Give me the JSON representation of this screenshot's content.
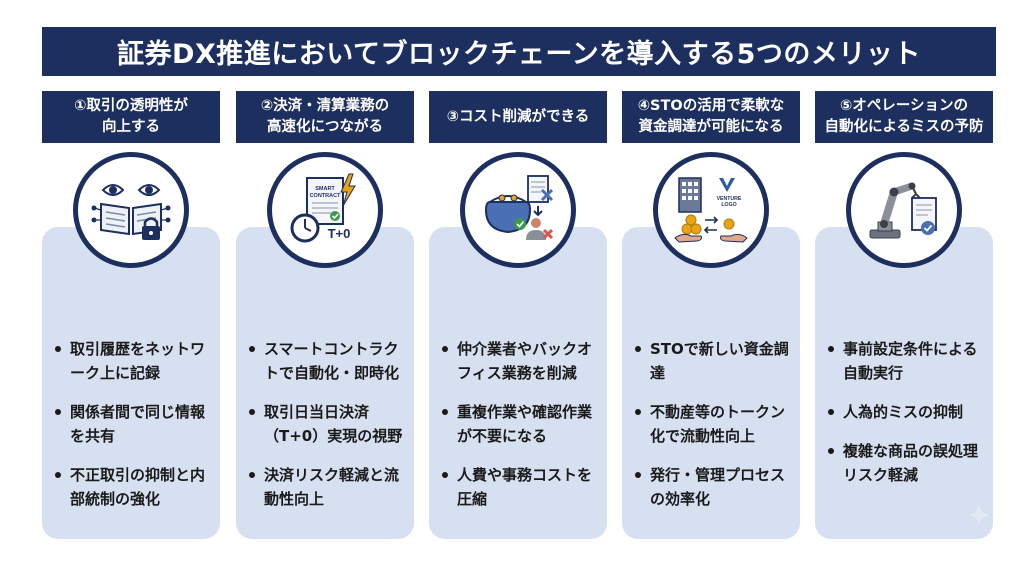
{
  "title": "証券DX推進においてブロックチェーンを導入する5つのメリット",
  "colors": {
    "navy": "#1c2f5e",
    "card": "#d6e0f0",
    "accent_green": "#3a9a4a",
    "accent_red": "#d9534f",
    "accent_gold": "#e8a317"
  },
  "columns": [
    {
      "header": [
        "①取引の透明性が",
        "向上する"
      ],
      "icon": "transparency-icon",
      "bullets": [
        "取引履歴をネットワーク上に記録",
        "関係者間で同じ情報を共有",
        "不正取引の抑制と内部統制の強化"
      ]
    },
    {
      "header": [
        "②決済・清算業務の",
        "高速化につながる"
      ],
      "icon": "smart-contract-icon",
      "icon_text": [
        "SMART",
        "CONTRACT",
        "T+0"
      ],
      "bullets": [
        "スマートコントラクトで自動化・即時化",
        "取引日当日決済（T+0）実現の視野",
        "決済リスク軽減と流動性向上"
      ]
    },
    {
      "header": [
        "③コスト削減ができる"
      ],
      "icon": "cost-reduction-icon",
      "bullets": [
        "仲介業者やバックオフィス業務を削減",
        "重複作業や確認作業が不要になる",
        "人費や事務コストを圧縮"
      ]
    },
    {
      "header": [
        "④STOの活用で柔軟な",
        "資金調達が可能になる"
      ],
      "icon": "sto-funding-icon",
      "icon_text": [
        "VENTURE",
        "LOGO"
      ],
      "bullets": [
        "STOで新しい資金調達",
        "不動産等のトークン化で流動性向上",
        "発行・管理プロセスの効率化"
      ]
    },
    {
      "header": [
        "⑤オペレーションの",
        "自動化によるミスの予防"
      ],
      "icon": "robot-arm-icon",
      "bullets": [
        "事前設定条件による自動実行",
        "人為的ミスの抑制",
        "複雑な商品の誤処理リスク軽減"
      ]
    }
  ]
}
